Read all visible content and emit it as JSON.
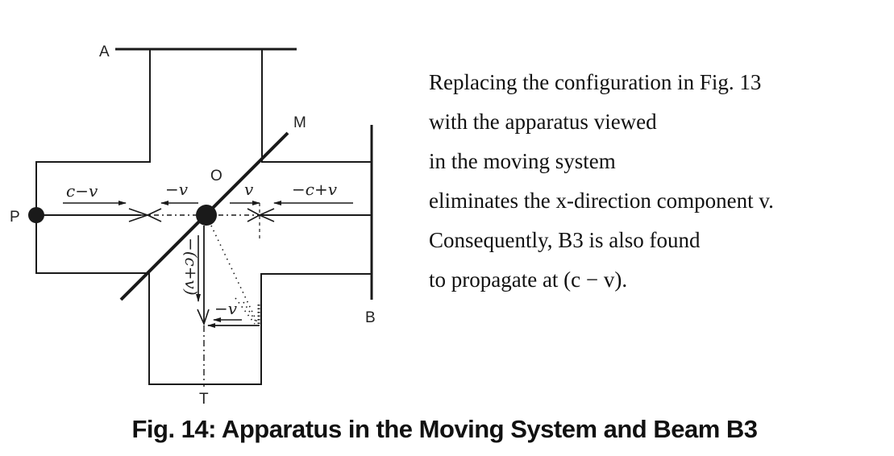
{
  "diagram": {
    "labels": {
      "A": "A",
      "B": "B",
      "M": "M",
      "O": "O",
      "P": "P",
      "T": "T"
    },
    "velocity_labels": {
      "left_incoming": "c−v",
      "left_outgoing": "−v",
      "right_outgoing": "v",
      "right_incoming": "−c+v",
      "downward": "−(c+v)",
      "bottom_return": "−v"
    },
    "colors": {
      "line": "#1a1a1a",
      "background": "#ffffff"
    }
  },
  "description": {
    "lines": [
      "Replacing the configuration in Fig. 13",
      "with the apparatus viewed",
      "in the moving system",
      "eliminates the x-direction component v.",
      "Consequently, B3 is also found",
      "to propagate at (c − v)."
    ]
  },
  "caption": "Fig. 14: Apparatus in the Moving System and Beam B3"
}
